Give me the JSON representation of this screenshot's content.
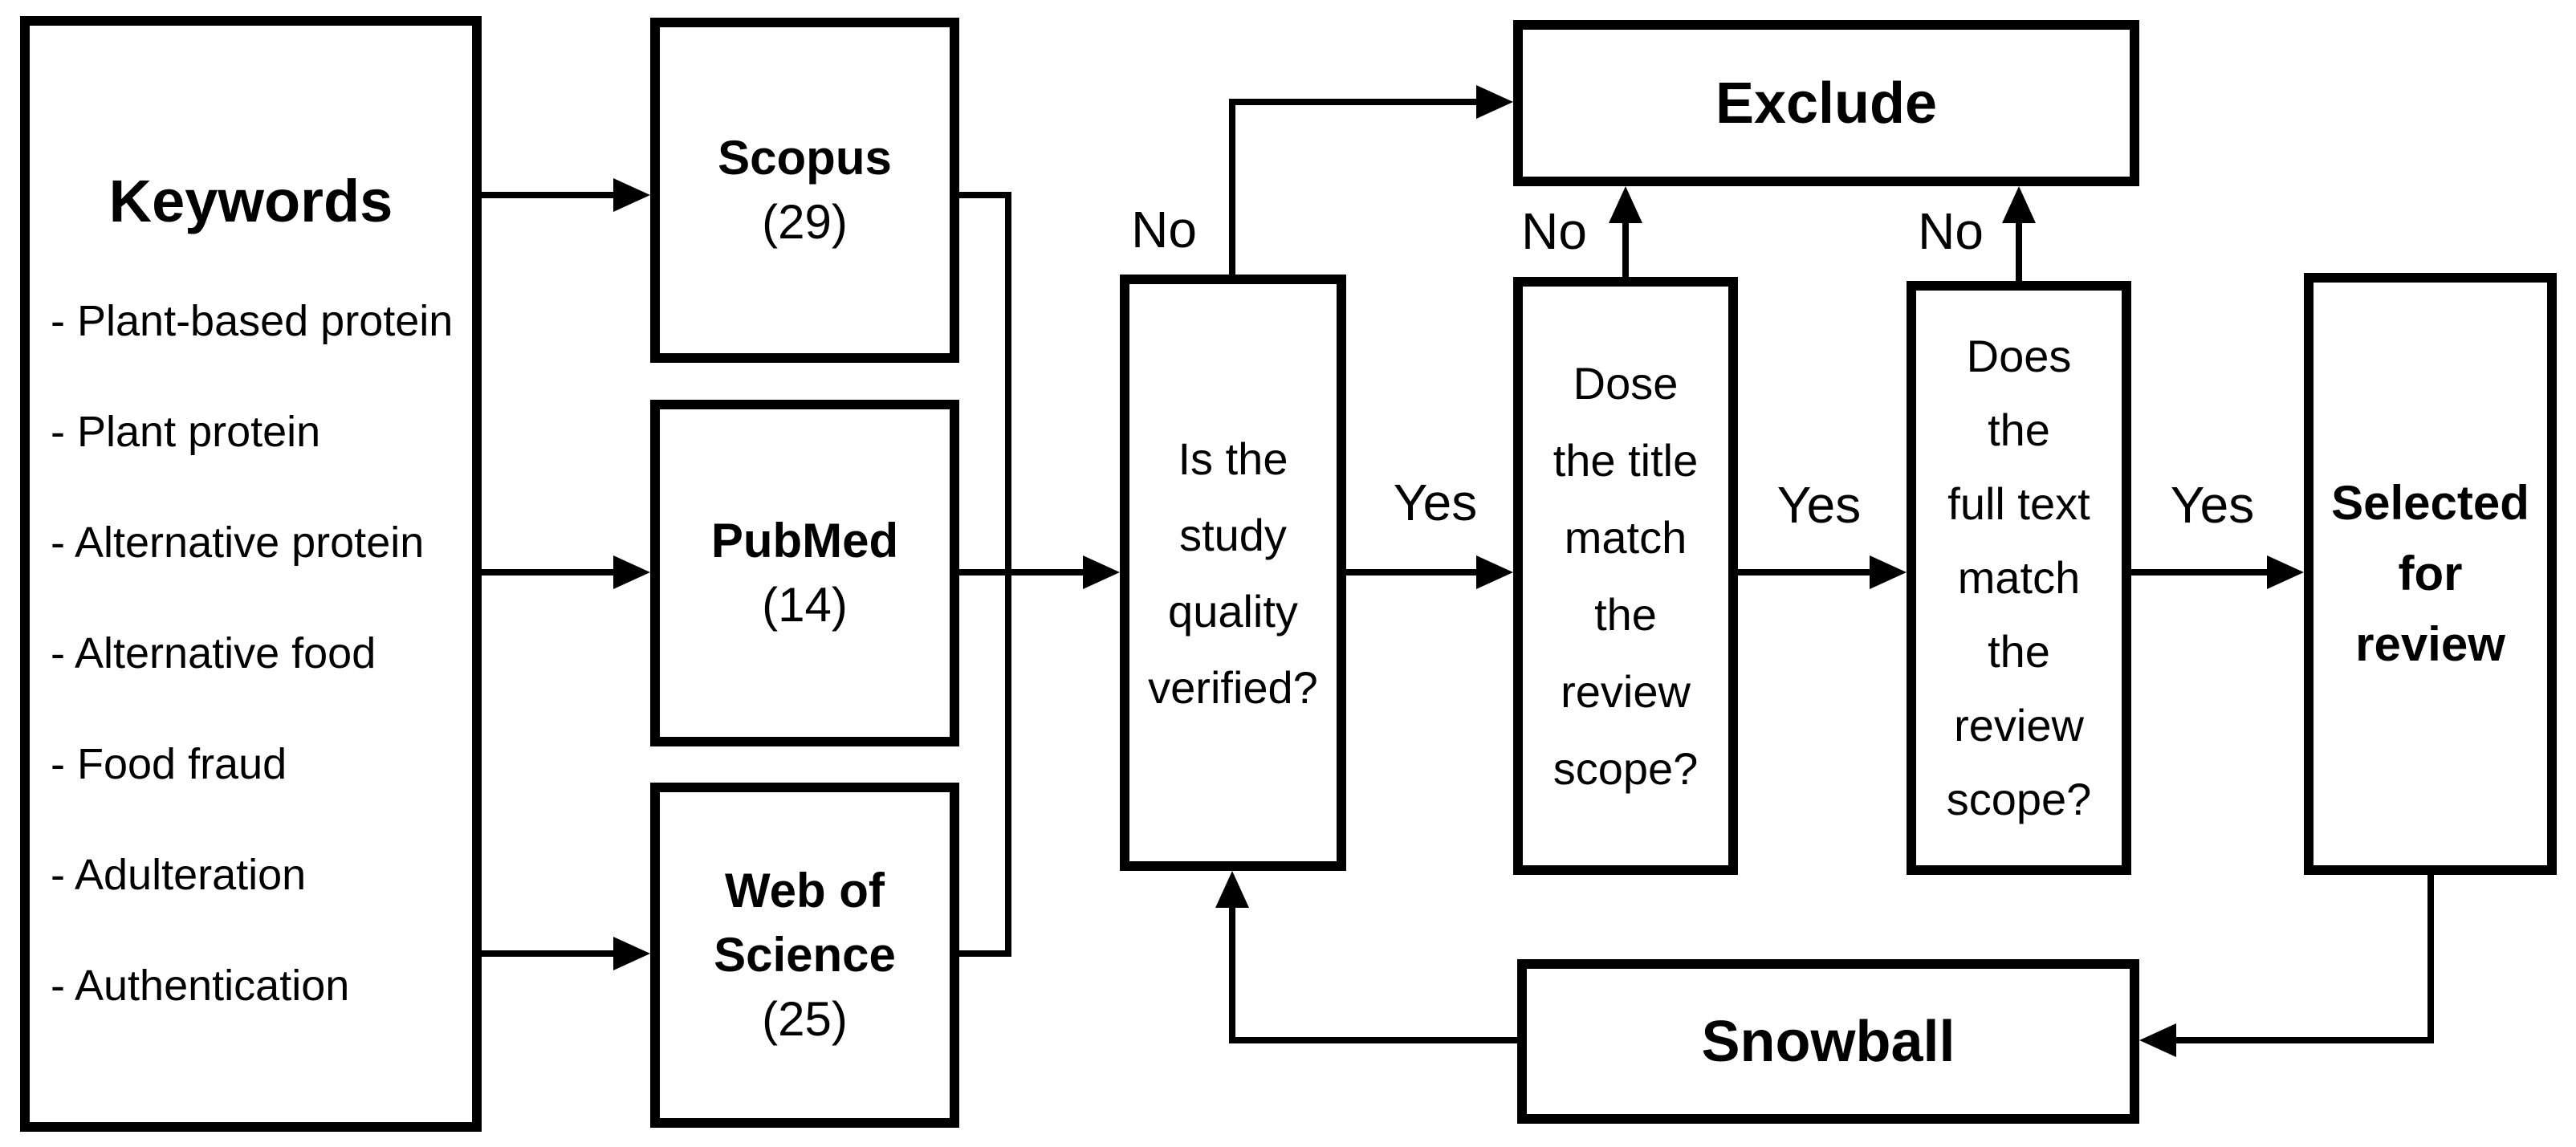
{
  "colors": {
    "ink": "#000000",
    "paper": "#ffffff"
  },
  "keywords_box": {
    "title": "Keywords",
    "items": [
      "- Plant-based protein",
      "- Plant protein",
      "- Alternative protein",
      "- Alternative food",
      "- Food fraud",
      "- Adulteration",
      "- Authentication"
    ]
  },
  "database_boxes": [
    {
      "name": "Scopus",
      "count": "(29)"
    },
    {
      "name": "PubMed",
      "count": "(14)"
    },
    {
      "name": "Web of\nScience",
      "count": "(25)"
    }
  ],
  "decision_boxes": [
    {
      "text": "Is the\nstudy\nquality\nverified?"
    },
    {
      "text": "Dose\nthe title\nmatch\nthe\nreview\nscope?"
    },
    {
      "text": "Does\nthe\nfull text\nmatch\nthe\nreview\nscope?"
    }
  ],
  "terminal_boxes": {
    "exclude": "Exclude",
    "selected": "Selected\nfor\nreview",
    "snowball": "Snowball"
  },
  "edge_labels": {
    "no_quality": "No",
    "no_title": "No",
    "no_fulltext": "No",
    "yes_quality": "Yes",
    "yes_title": "Yes",
    "yes_fulltext": "Yes"
  }
}
